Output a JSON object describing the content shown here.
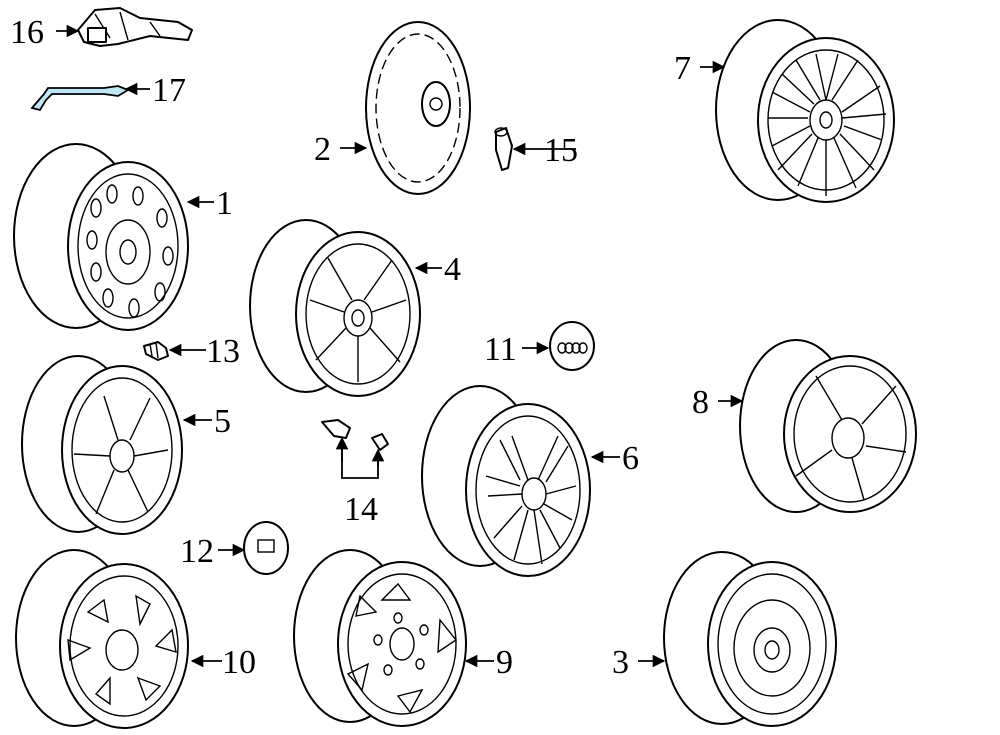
{
  "colors": {
    "line": "#000000",
    "background": "#ffffff",
    "highlight": "#bfe6f5"
  },
  "callouts": [
    {
      "id": "1",
      "label": "1"
    },
    {
      "id": "2",
      "label": "2"
    },
    {
      "id": "3",
      "label": "3"
    },
    {
      "id": "4",
      "label": "4"
    },
    {
      "id": "5",
      "label": "5"
    },
    {
      "id": "6",
      "label": "6"
    },
    {
      "id": "7",
      "label": "7"
    },
    {
      "id": "8",
      "label": "8"
    },
    {
      "id": "9",
      "label": "9"
    },
    {
      "id": "10",
      "label": "10"
    },
    {
      "id": "11",
      "label": "11"
    },
    {
      "id": "12",
      "label": "12"
    },
    {
      "id": "13",
      "label": "13"
    },
    {
      "id": "14",
      "label": "14"
    },
    {
      "id": "15",
      "label": "15"
    },
    {
      "id": "16",
      "label": "16"
    },
    {
      "id": "17",
      "label": "17"
    }
  ]
}
